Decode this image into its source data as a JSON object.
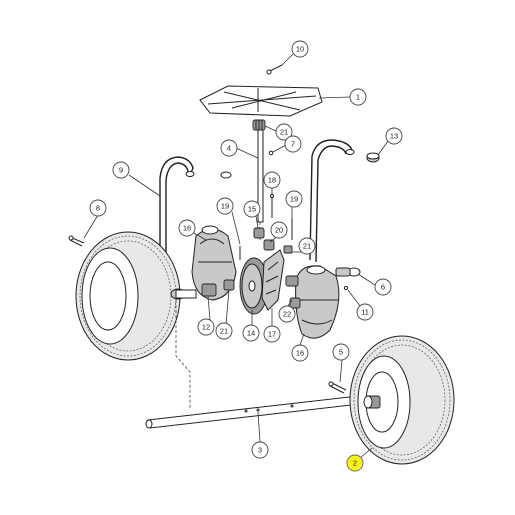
{
  "diagram": {
    "highlight_color": "#f7f31a",
    "callouts": [
      {
        "id": "c10",
        "label": "10"
      },
      {
        "id": "c1",
        "label": "1"
      },
      {
        "id": "c21a",
        "label": "21"
      },
      {
        "id": "c4",
        "label": "4"
      },
      {
        "id": "c7",
        "label": "7"
      },
      {
        "id": "c13",
        "label": "13"
      },
      {
        "id": "c9",
        "label": "9"
      },
      {
        "id": "c18",
        "label": "18"
      },
      {
        "id": "c8",
        "label": "8"
      },
      {
        "id": "c15",
        "label": "15"
      },
      {
        "id": "c19a",
        "label": "19"
      },
      {
        "id": "c19b",
        "label": "19"
      },
      {
        "id": "c16a",
        "label": "16"
      },
      {
        "id": "c20",
        "label": "20"
      },
      {
        "id": "c21b",
        "label": "21"
      },
      {
        "id": "c6",
        "label": "6"
      },
      {
        "id": "c11",
        "label": "11"
      },
      {
        "id": "c12",
        "label": "12"
      },
      {
        "id": "c21c",
        "label": "21"
      },
      {
        "id": "c14",
        "label": "14"
      },
      {
        "id": "c17",
        "label": "17"
      },
      {
        "id": "c22",
        "label": "22"
      },
      {
        "id": "c16b",
        "label": "16"
      },
      {
        "id": "c5",
        "label": "5"
      },
      {
        "id": "c3",
        "label": "3"
      },
      {
        "id": "c2",
        "label": "2",
        "highlighted": true
      }
    ]
  }
}
